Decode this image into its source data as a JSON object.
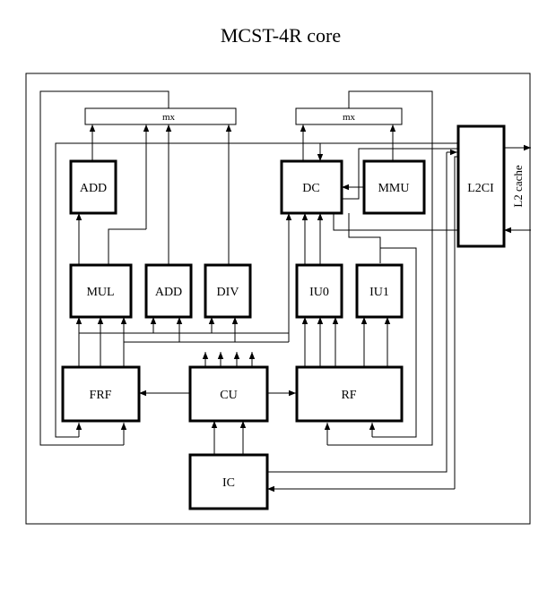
{
  "title": "MCST-4R core",
  "blocks": {
    "add_top": "ADD",
    "dc": "DC",
    "mmu": "MMU",
    "l2ci": "L2CI",
    "mul": "MUL",
    "add_mid": "ADD",
    "div": "DIV",
    "iu0": "IU0",
    "iu1": "IU1",
    "frf": "FRF",
    "cu": "CU",
    "rf": "RF",
    "ic": "IC"
  },
  "mux": {
    "left": "mx",
    "right": "mx"
  },
  "external": {
    "l2_cache": "L2 cache"
  }
}
